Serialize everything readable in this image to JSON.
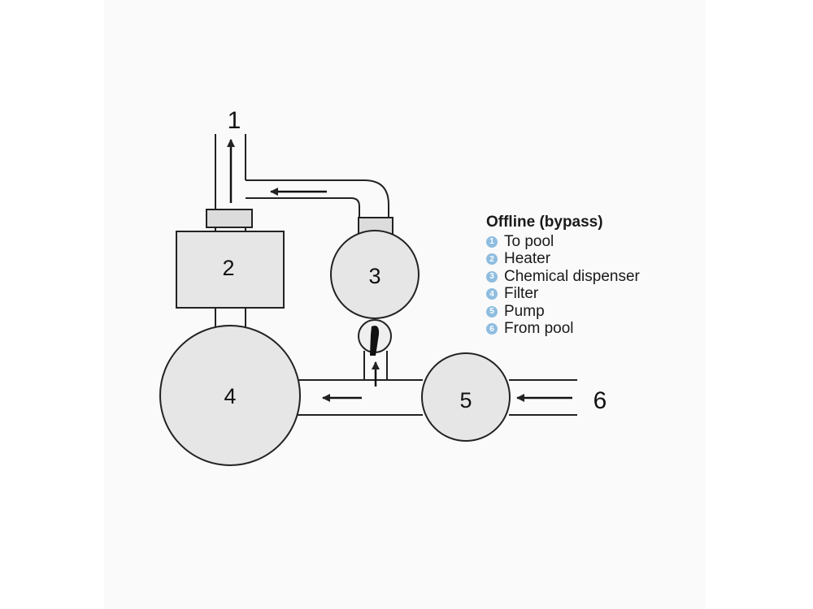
{
  "diagram": {
    "parts": [
      {
        "id": "2",
        "name": "Heater"
      },
      {
        "id": "3",
        "name": "Chemical dispenser"
      },
      {
        "id": "4",
        "name": "Filter"
      },
      {
        "id": "5",
        "name": "Pump"
      }
    ],
    "flow_labels": {
      "out": "1",
      "in": "6"
    }
  },
  "legend": {
    "title": "Offline (bypass)",
    "items": [
      {
        "num": "1",
        "label": "To pool"
      },
      {
        "num": "2",
        "label": "Heater"
      },
      {
        "num": "3",
        "label": "Chemical dispenser"
      },
      {
        "num": "4",
        "label": "Filter"
      },
      {
        "num": "5",
        "label": "Pump"
      },
      {
        "num": "6",
        "label": "From pool"
      }
    ]
  },
  "colors": {
    "fill": "#e6e6e6",
    "stroke": "#222222",
    "legend_badge": "#8fbde0"
  }
}
